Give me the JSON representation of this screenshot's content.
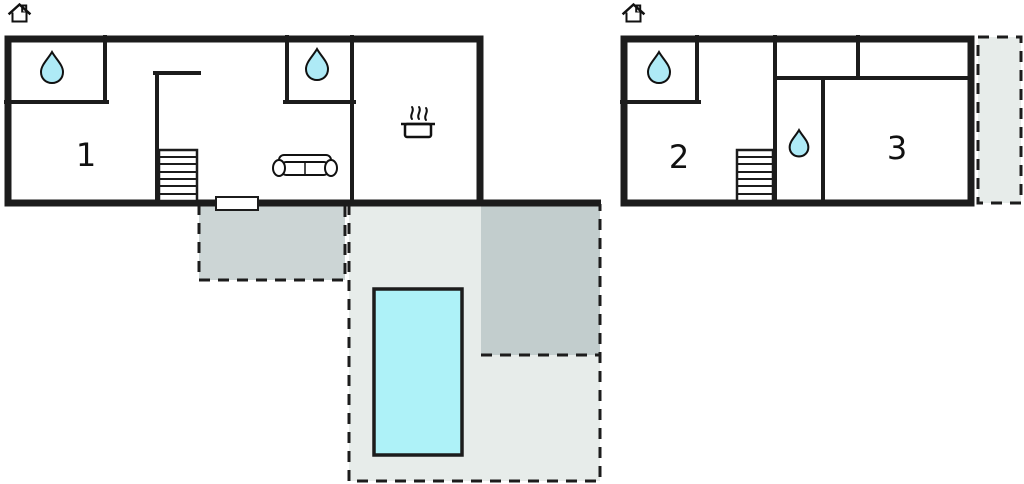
{
  "title": "holiday-home-floor-plan",
  "labels": {
    "room1": "1",
    "room2": "2",
    "room3": "3"
  },
  "colors": {
    "wall": "#1c1c1c",
    "water_drop": "#aeeaf6",
    "pool": "#aef2f8",
    "terrace_light": "#e7ecea",
    "terrace_medium": "#ccd5d5",
    "terrace_dark": "#c2cdcd",
    "background": "#ffffff"
  },
  "icons": {
    "house": "house-icon",
    "water_drop": "water-drop-icon",
    "staircase": "staircase-icon",
    "sofa": "sofa-icon",
    "stove": "stove-icon",
    "window": "window-symbol",
    "pool": "swimming-pool"
  },
  "buildings": [
    {
      "id": "ground-floor",
      "rooms": [
        "1"
      ],
      "icons": [
        "water-drop",
        "water-drop",
        "staircase",
        "sofa",
        "stove",
        "window"
      ]
    },
    {
      "id": "upper-floor",
      "rooms": [
        "2",
        "3"
      ],
      "icons": [
        "water-drop",
        "water-drop",
        "staircase"
      ]
    }
  ],
  "outdoor": {
    "pool": true,
    "terraces": 3,
    "balcony": true
  }
}
